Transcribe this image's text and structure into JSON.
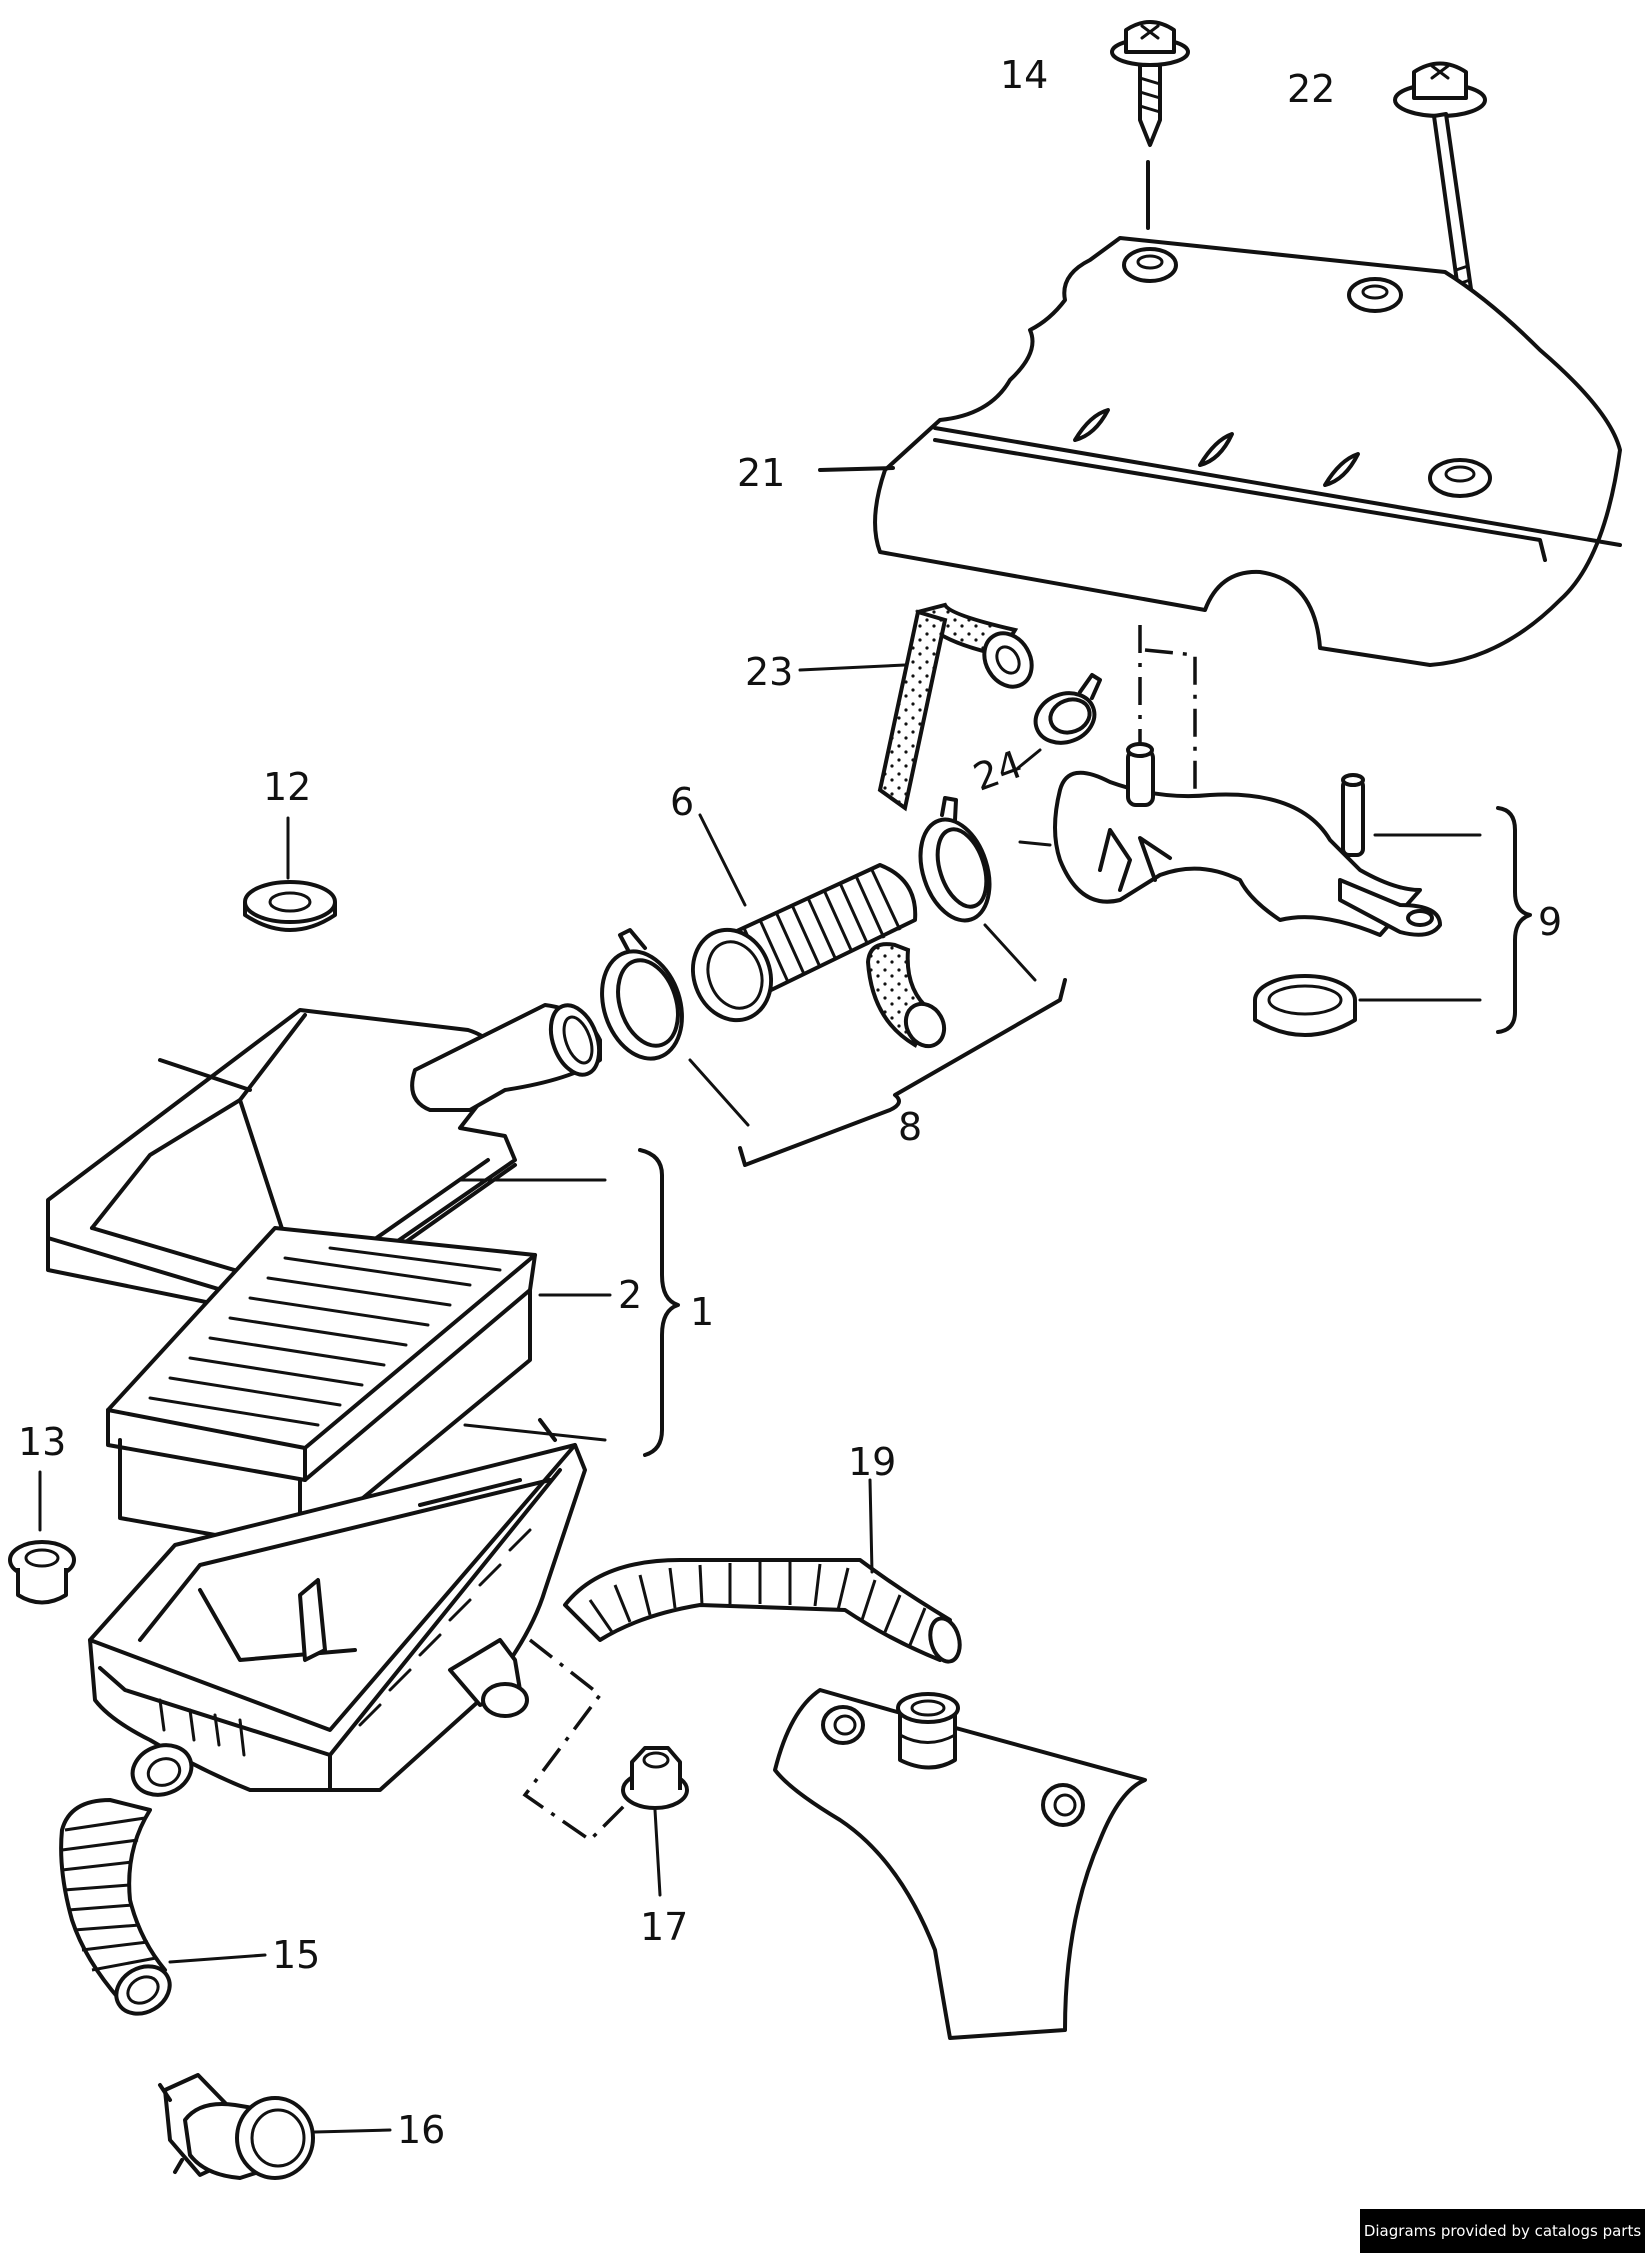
{
  "callouts": {
    "c14": "14",
    "c22": "22",
    "c21": "21",
    "c23": "23",
    "c24": "24",
    "c12": "12",
    "c6": "6",
    "c9": "9",
    "c8": "8",
    "c2": "2",
    "c1": "1",
    "c13": "13",
    "c19": "19",
    "c15": "15",
    "c17": "17",
    "c16": "16"
  },
  "footer": {
    "credit": "Diagrams provided by catalogs parts"
  }
}
